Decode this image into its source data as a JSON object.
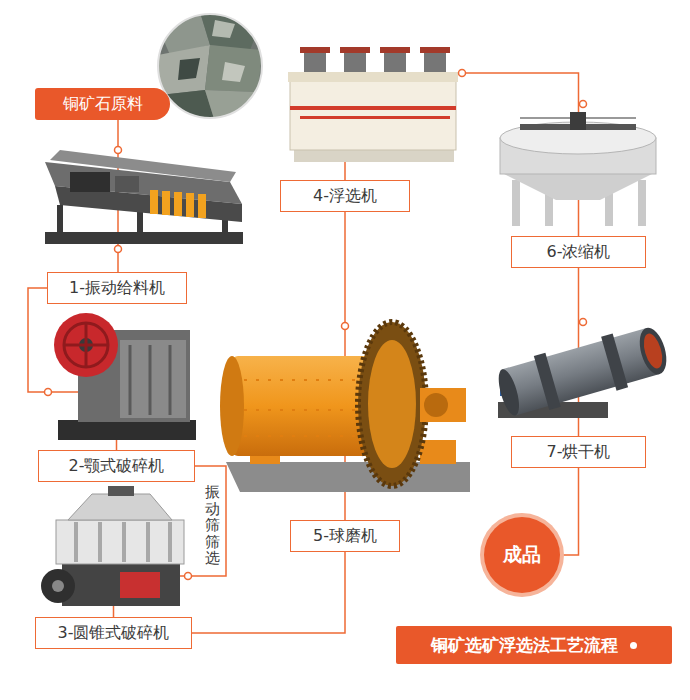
{
  "diagram": {
    "title": "铜矿选矿浮选法工艺流程",
    "nodes": [
      {
        "text": [
          "铜矿石原料"
        ]
      },
      {
        "text": [
          "1-振动给料机"
        ]
      },
      {
        "text": [
          "2-颚式破碎机"
        ]
      },
      {
        "text": [
          "3-圆锥式破碎机"
        ]
      },
      {
        "text": [
          "4-浮选机"
        ]
      },
      {
        "text": [
          "5-球磨机"
        ]
      },
      {
        "text": [
          "6-浓缩机"
        ]
      },
      {
        "text": [
          "7-烘干机"
        ]
      },
      {
        "text": [
          "成品"
        ]
      }
    ],
    "edges": [
      {
        "from": 0,
        "to": 1,
        "arrow": "none"
      },
      {
        "from": 1,
        "to": 2,
        "arrow": "none"
      },
      {
        "from": 2,
        "to": 3,
        "label": "振动筛筛选",
        "arrow": "none"
      },
      {
        "from": 3,
        "to": 5,
        "arrow": "none"
      },
      {
        "from": 5,
        "to": 4,
        "arrow": "none"
      },
      {
        "from": 4,
        "to": 6,
        "arrow": "none"
      },
      {
        "from": 6,
        "to": 7,
        "arrow": "none"
      },
      {
        "from": 7,
        "to": 8,
        "arrow": "none"
      }
    ]
  }
}
